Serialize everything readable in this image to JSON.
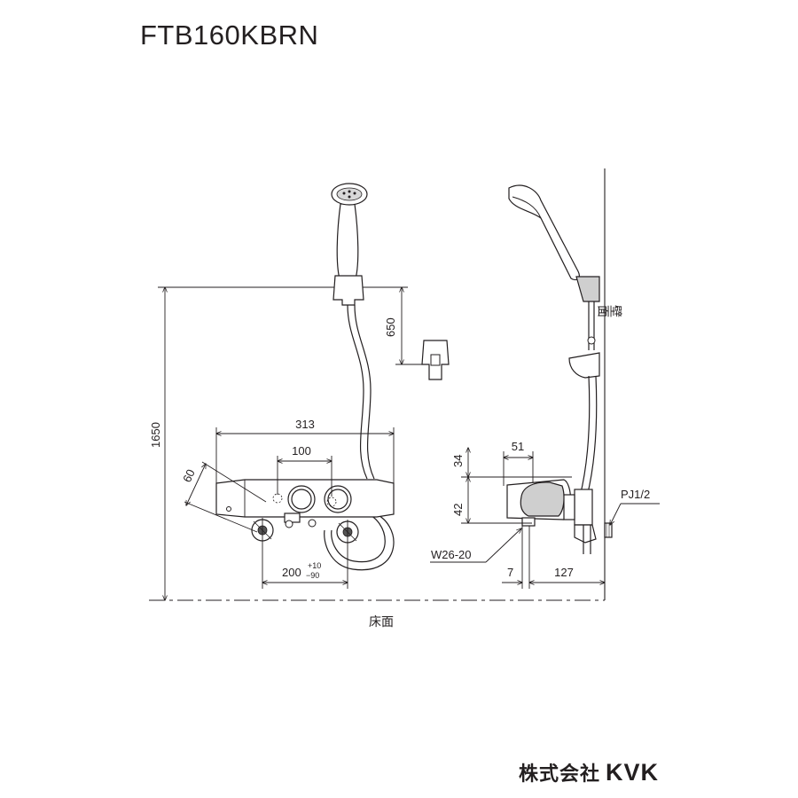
{
  "title": "FTB160KBRN",
  "front_view": {
    "height_1650": "1650",
    "hook_650": "650",
    "width_313": "313",
    "handle_100": "100",
    "angle_60": "60",
    "pitch_200": "200",
    "tol_plus": "+10",
    "tol_minus": "−90"
  },
  "side_view": {
    "d51": "51",
    "d34": "34",
    "d42": "42",
    "w26": "W26-20",
    "d7": "7",
    "d127": "127",
    "pj": "PJ1/2",
    "wall": "壁面"
  },
  "floor_label": "床面",
  "brand": {
    "company": "株式会社",
    "logo": "KVK"
  }
}
